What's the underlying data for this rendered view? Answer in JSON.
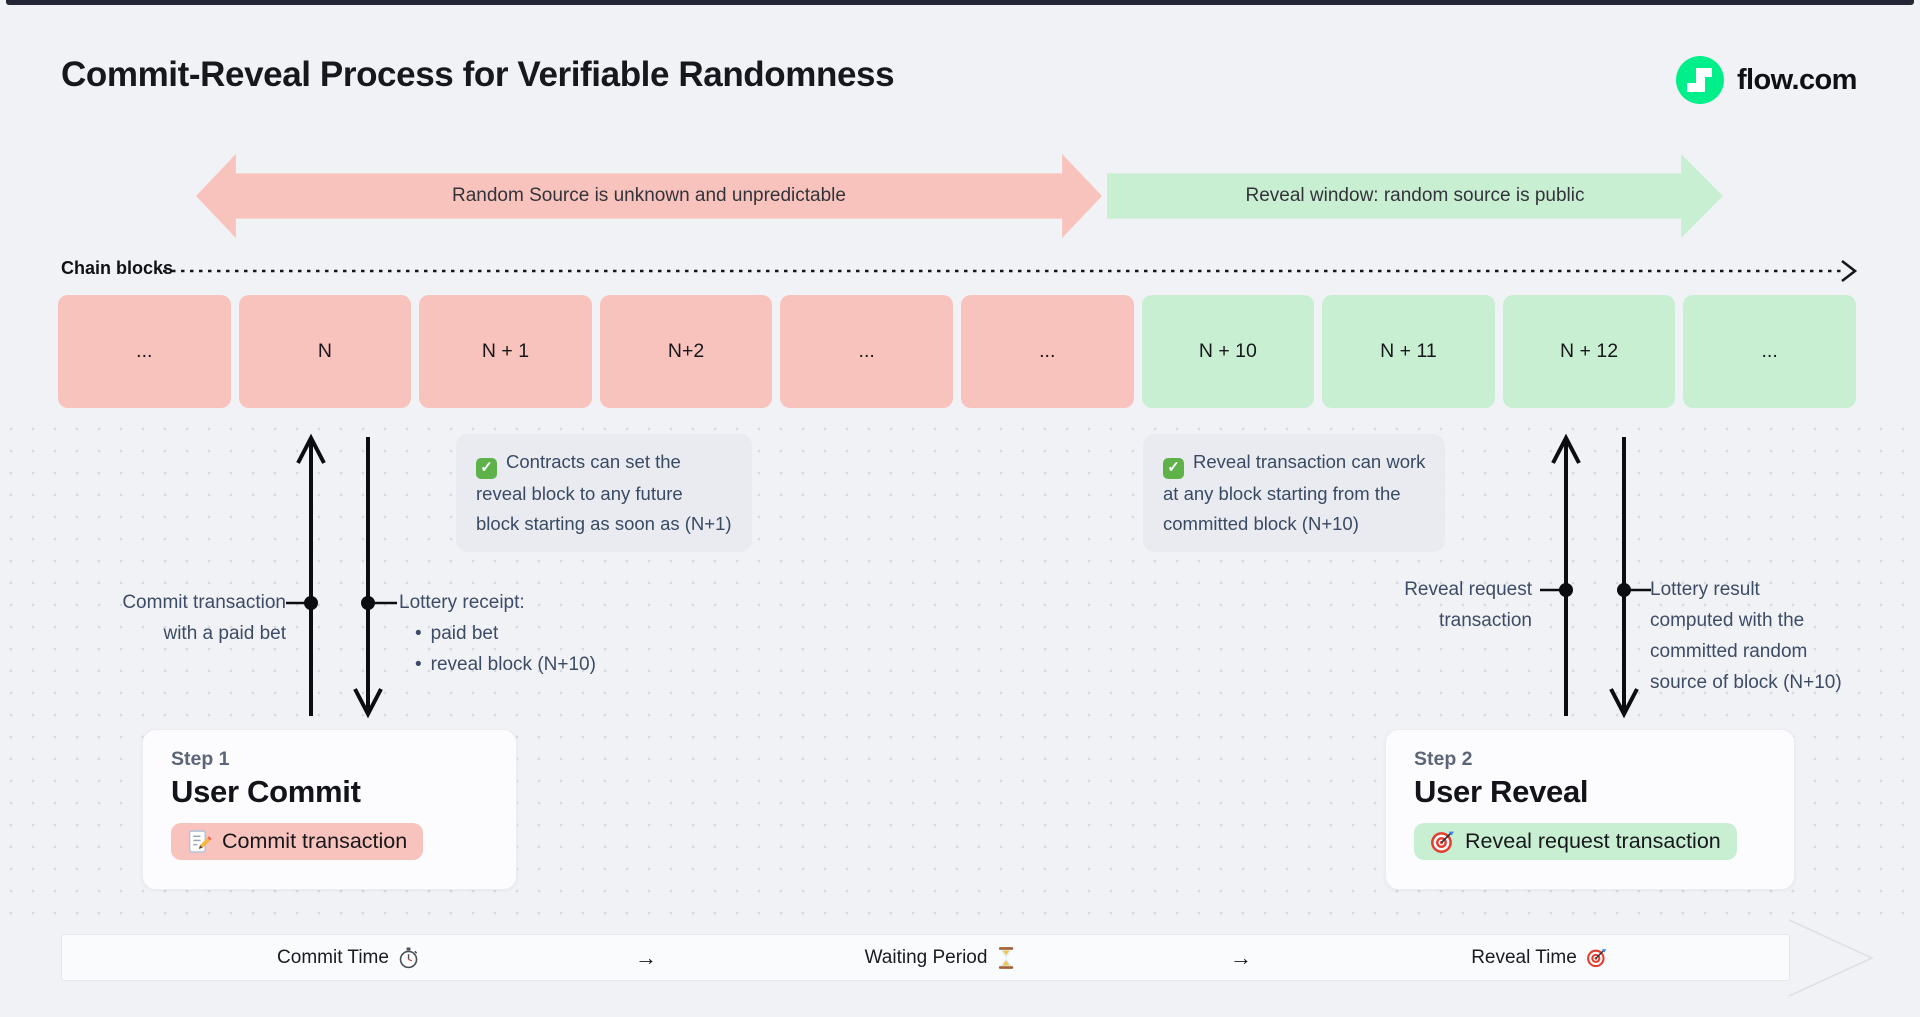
{
  "header": {
    "title": "Commit-Reveal Process for Verifiable Randomness",
    "brand": {
      "name": "flow.com",
      "logo_icon": "flow-logo",
      "logo_color": "#00ef8b"
    }
  },
  "phases": {
    "commit": {
      "label": "Random Source is unknown and unpredictable",
      "color": "#f8c3bd"
    },
    "reveal": {
      "label": "Reveal window: random source is public",
      "color": "#c9efd3"
    }
  },
  "chain": {
    "label": "Chain blocks",
    "blocks": [
      {
        "label": "...",
        "phase": "commit"
      },
      {
        "label": "N",
        "phase": "commit"
      },
      {
        "label": "N + 1",
        "phase": "commit"
      },
      {
        "label": "N+2",
        "phase": "commit"
      },
      {
        "label": "...",
        "phase": "commit"
      },
      {
        "label": "...",
        "phase": "commit"
      },
      {
        "label": "N + 10",
        "phase": "reveal"
      },
      {
        "label": "N + 11",
        "phase": "reveal"
      },
      {
        "label": "N + 12",
        "phase": "reveal"
      },
      {
        "label": "...",
        "phase": "reveal"
      }
    ]
  },
  "notes": {
    "commit": {
      "icon": "check-mark-icon",
      "lines": [
        "Contracts can set the",
        "reveal block to any future",
        "block starting as soon as (N+1)"
      ]
    },
    "reveal": {
      "icon": "check-mark-icon",
      "lines": [
        "Reveal transaction can work",
        "at any block starting from the",
        "committed block (N+10)"
      ]
    }
  },
  "annotations": {
    "commit_tx": {
      "lines": [
        "Commit transaction",
        "with a paid bet"
      ]
    },
    "lottery_receipt": {
      "title": "Lottery receipt:",
      "bullets": [
        "paid bet",
        "reveal block (N+10)"
      ]
    },
    "reveal_request": {
      "lines": [
        "Reveal request",
        "transaction"
      ]
    },
    "lottery_result": {
      "lines": [
        "Lottery result",
        "computed with the",
        "committed random",
        "source of block (N+10)"
      ]
    }
  },
  "steps": {
    "step1": {
      "eyebrow": "Step 1",
      "title": "User Commit",
      "badge": {
        "icon": "memo-pencil-icon",
        "label": "Commit transaction",
        "color": "#f8c3bd"
      }
    },
    "step2": {
      "eyebrow": "Step 2",
      "title": "User Reveal",
      "badge": {
        "icon": "target-icon",
        "label": "Reveal request transaction",
        "color": "#c9efd3"
      }
    }
  },
  "timeline": {
    "separator": "→",
    "segments": [
      {
        "label": "Commit Time",
        "icon": "stopwatch-icon"
      },
      {
        "label": "Waiting Period",
        "icon": "hourglass-icon"
      },
      {
        "label": "Reveal Time",
        "icon": "target-icon"
      }
    ]
  }
}
